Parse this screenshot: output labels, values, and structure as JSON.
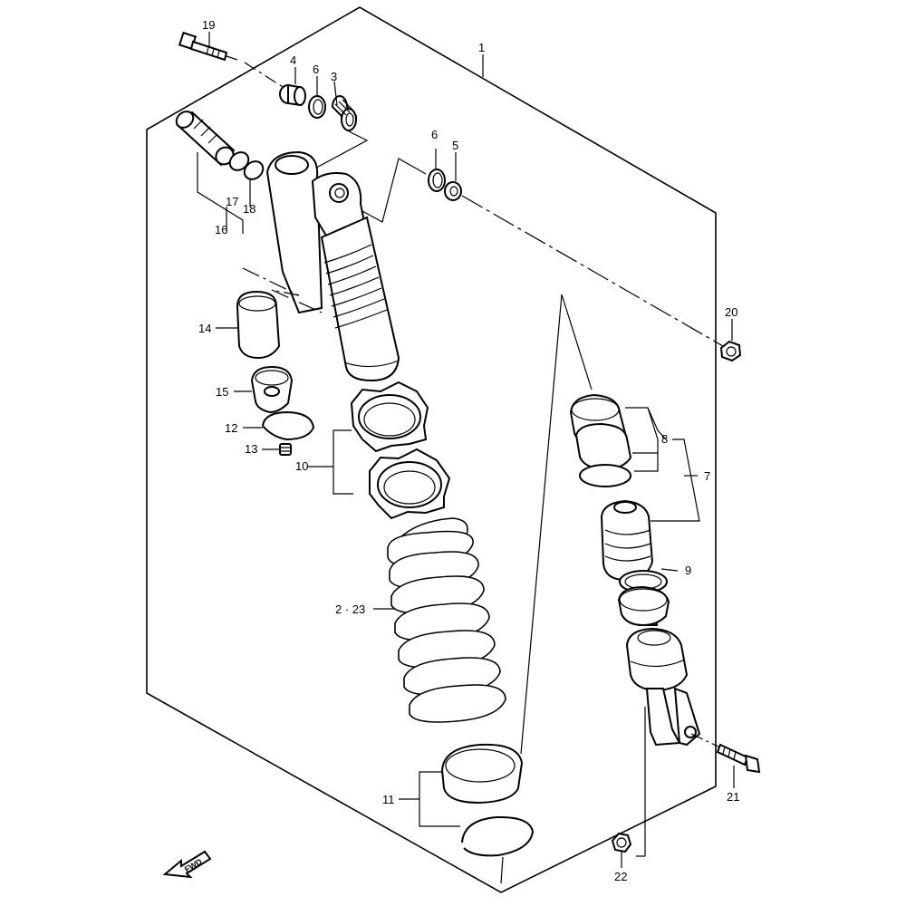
{
  "labels": {
    "l1": "1",
    "l2_23": "2 · 23",
    "l3": "3",
    "l4": "4",
    "l5": "5",
    "l6a": "6",
    "l6b": "6",
    "l7": "7",
    "l8": "8",
    "l9": "9",
    "l10": "10",
    "l11": "11",
    "l12": "12",
    "l13": "13",
    "l14": "14",
    "l15": "15",
    "l16": "16",
    "l17": "17",
    "l18": "18",
    "l19": "19",
    "l20": "20",
    "l21": "21",
    "l22": "22"
  },
  "fwd_arrow": {
    "text": "FWD",
    "icon": "fwd-arrow-icon"
  }
}
